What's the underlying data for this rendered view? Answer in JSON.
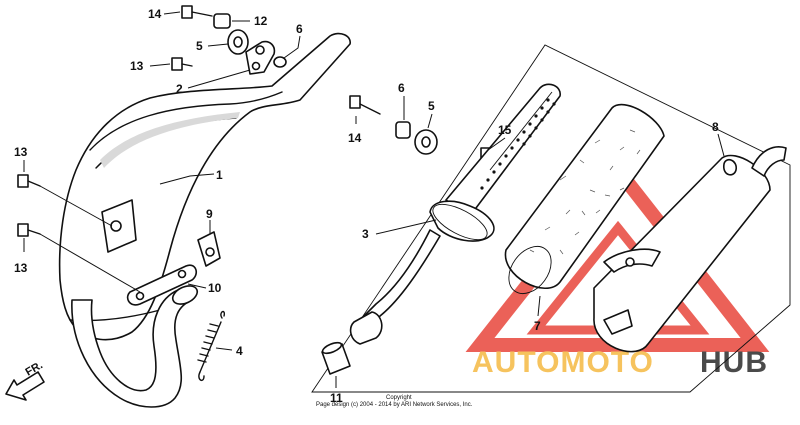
{
  "callouts": {
    "c1": "1",
    "c2": "2",
    "c3": "3",
    "c4": "4",
    "c5a": "5",
    "c5b": "5",
    "c6a": "6",
    "c6b": "6",
    "c7": "7",
    "c8": "8",
    "c9": "9",
    "c10": "10",
    "c11": "11",
    "c12": "12",
    "c13a": "13",
    "c13b": "13",
    "c13c": "13",
    "c14a": "14",
    "c14b": "14",
    "c15": "15"
  },
  "direction_label": "FR.",
  "copyright": {
    "line1": "Copyright",
    "line2": "Page design (c) 2004 - 2014 by ARI Network Services, Inc."
  },
  "watermark": {
    "text_a": "AUTOMOTO",
    "text_b": "HUB",
    "color_a": "#f5b942",
    "color_b": "#2b2b2b",
    "triangle_color": "#e8463c"
  }
}
